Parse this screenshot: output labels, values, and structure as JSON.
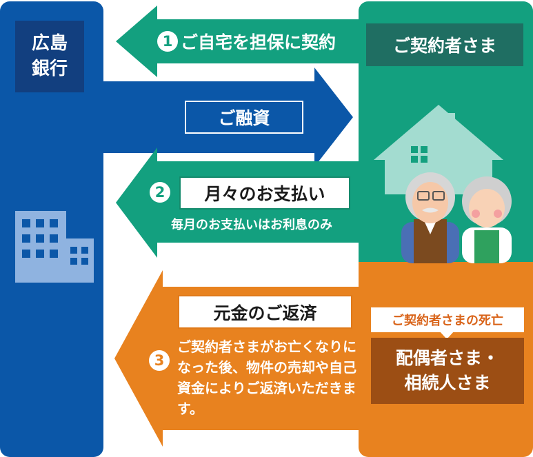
{
  "bank": {
    "name_line1": "広島",
    "name_line2": "銀行"
  },
  "customer": {
    "title": "ご契約者さま"
  },
  "steps": {
    "contract": {
      "number": "1",
      "label": "ご自宅を担保に契約"
    },
    "loan": {
      "label": "ご融資"
    },
    "payment": {
      "number": "2",
      "label": "月々のお支払い",
      "note": "毎月のお支払いはお利息のみ"
    },
    "repayment": {
      "number": "3",
      "label": "元金のご返済",
      "note": "ご契約者さまがお亡くなりになった後、物件の売却や自己資金によりご返済いただきます。"
    }
  },
  "death_event": {
    "label": "ご契約者さまの死亡"
  },
  "heirs": {
    "line1": "配偶者さま・",
    "line2": "相続人さま"
  },
  "colors": {
    "bank_blue": "#0b57a8",
    "green": "#13a07f",
    "orange": "#e8821f",
    "dark_blue": "#123f7f"
  }
}
